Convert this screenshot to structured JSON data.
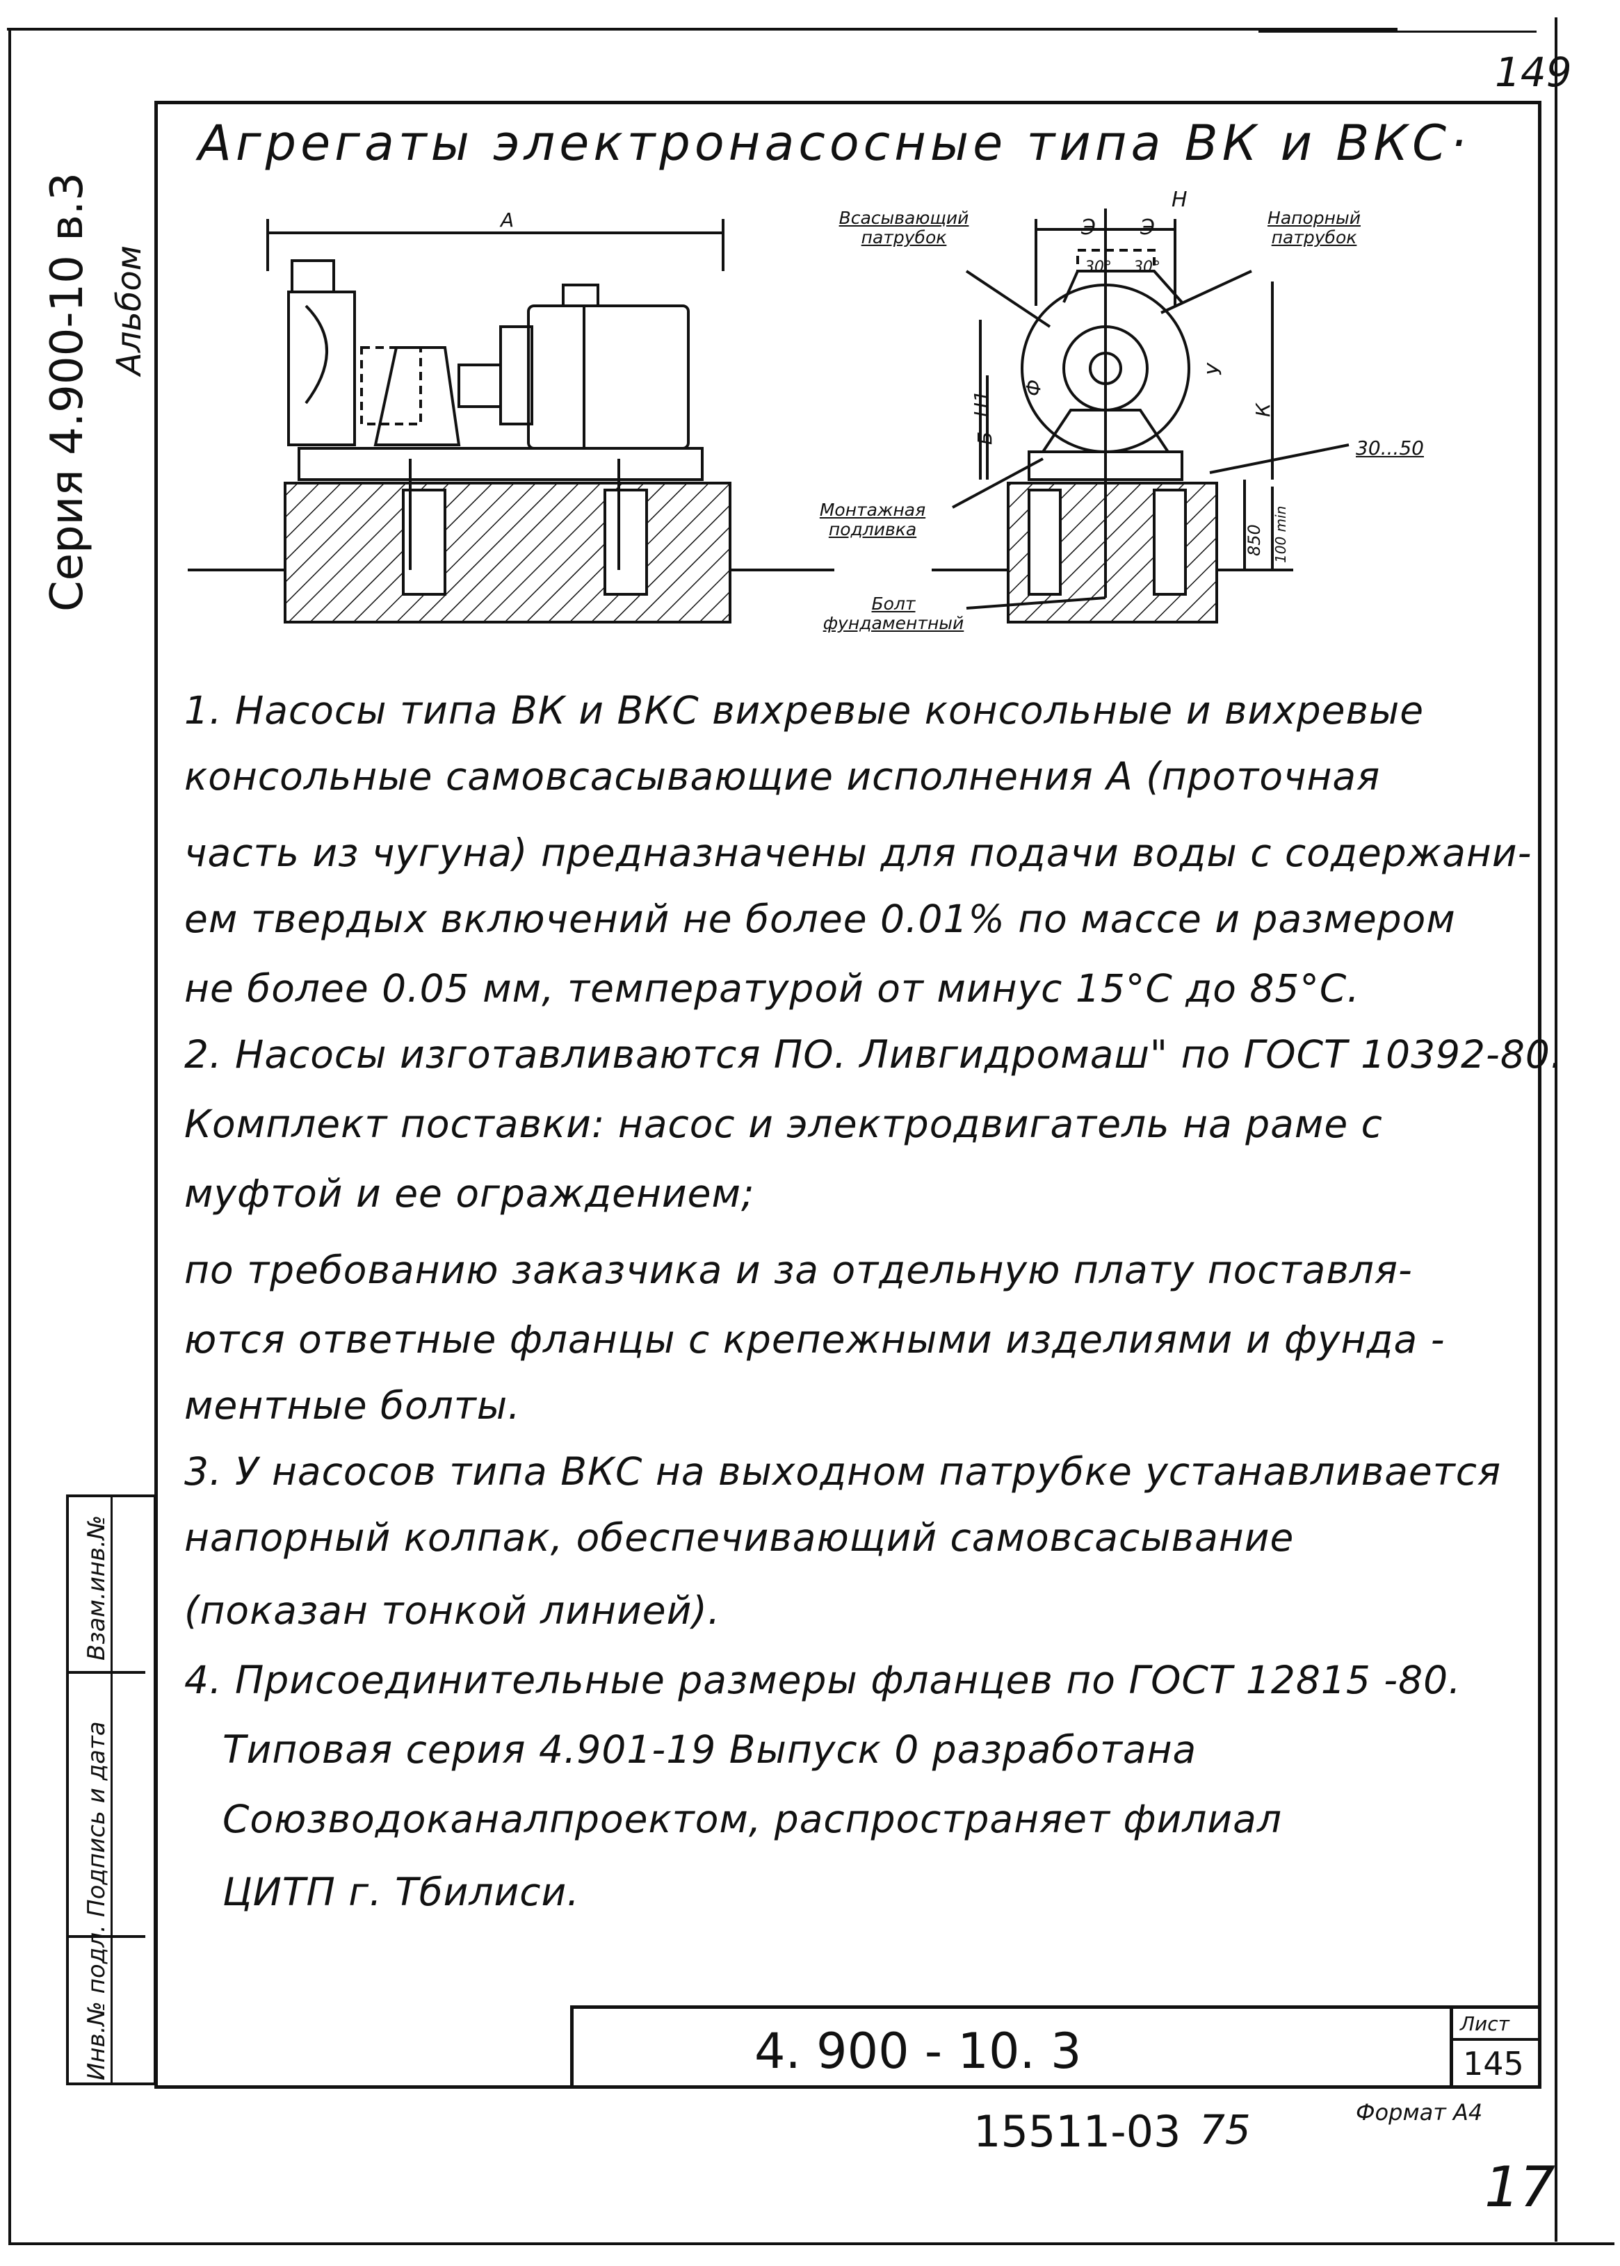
{
  "header": {
    "page_number": "149",
    "title": "Агрегаты электронасосные типа ВК и ВКС·",
    "series_vertical": "Серия 4.900-10 в.3",
    "album_vertical": "Альбом"
  },
  "drawing_labels": {
    "dim_a": "А",
    "dim_n": "Н",
    "dim_e1": "Э",
    "dim_e2": "Э",
    "angle1": "30°",
    "angle2": "30°",
    "suction_pipe": "Всасывающий патрубок",
    "pressure_pipe": "Напорный патрубок",
    "mounting_pour": "Монтажная подливка",
    "foundation_bolt": "Болт фундаментный",
    "gap": "30...50",
    "dim_850": "850",
    "dim_100": "100 min",
    "dim_h1": "Н1",
    "dim_b": "Б",
    "dim_f": "Ф",
    "dim_u": "У",
    "dim_k": "К"
  },
  "body_text": [
    "1. Насосы типа ВК и ВКС вихревые консольные и вихревые",
    "консольные самовсасывающие исполнения А (проточная",
    "часть из чугуна) предназначены для подачи воды с содержани-",
    "ем твердых включений не более 0.01% по массе и размером",
    "не более 0.05 мм, температурой от минус 15°С до 85°С.",
    "2. Насосы изготавливаются ПО. Ливгидромаш\" по ГОСТ 10392-80.",
    "Комплект поставки: насос и электродвигатель на раме с",
    "муфтой и ее ограждением;",
    "по требованию заказчика и за отдельную плату поставля-",
    "ются ответные фланцы с крепежными изделиями и фунда -",
    "ментные болты.",
    "3. У насосов типа ВКС на выходном патрубке устанавливается",
    "напорный колпак, обеспечивающий самовсасывание",
    "(показан тонкой линией).",
    "4. Присоединительные размеры фланцев по ГОСТ 12815 -80.",
    "Типовая серия 4.901-19 Выпуск 0 разработана",
    "Союзводоканалпроектом, распространяет филиал",
    "ЦИТП г. Тбилиси."
  ],
  "stamp": {
    "inv_subst": "Взам.инв.№",
    "sign_date": "Подпись и дата",
    "inv_orig": "Инв.№ подл."
  },
  "title_block": {
    "code": "4. 900 - 10. 3",
    "sheet_label": "Лист",
    "sheet_number": "145"
  },
  "footer": {
    "format": "Формат А4",
    "archive_number": "15511-03",
    "page_mark": "75",
    "corner_mark": "17"
  }
}
